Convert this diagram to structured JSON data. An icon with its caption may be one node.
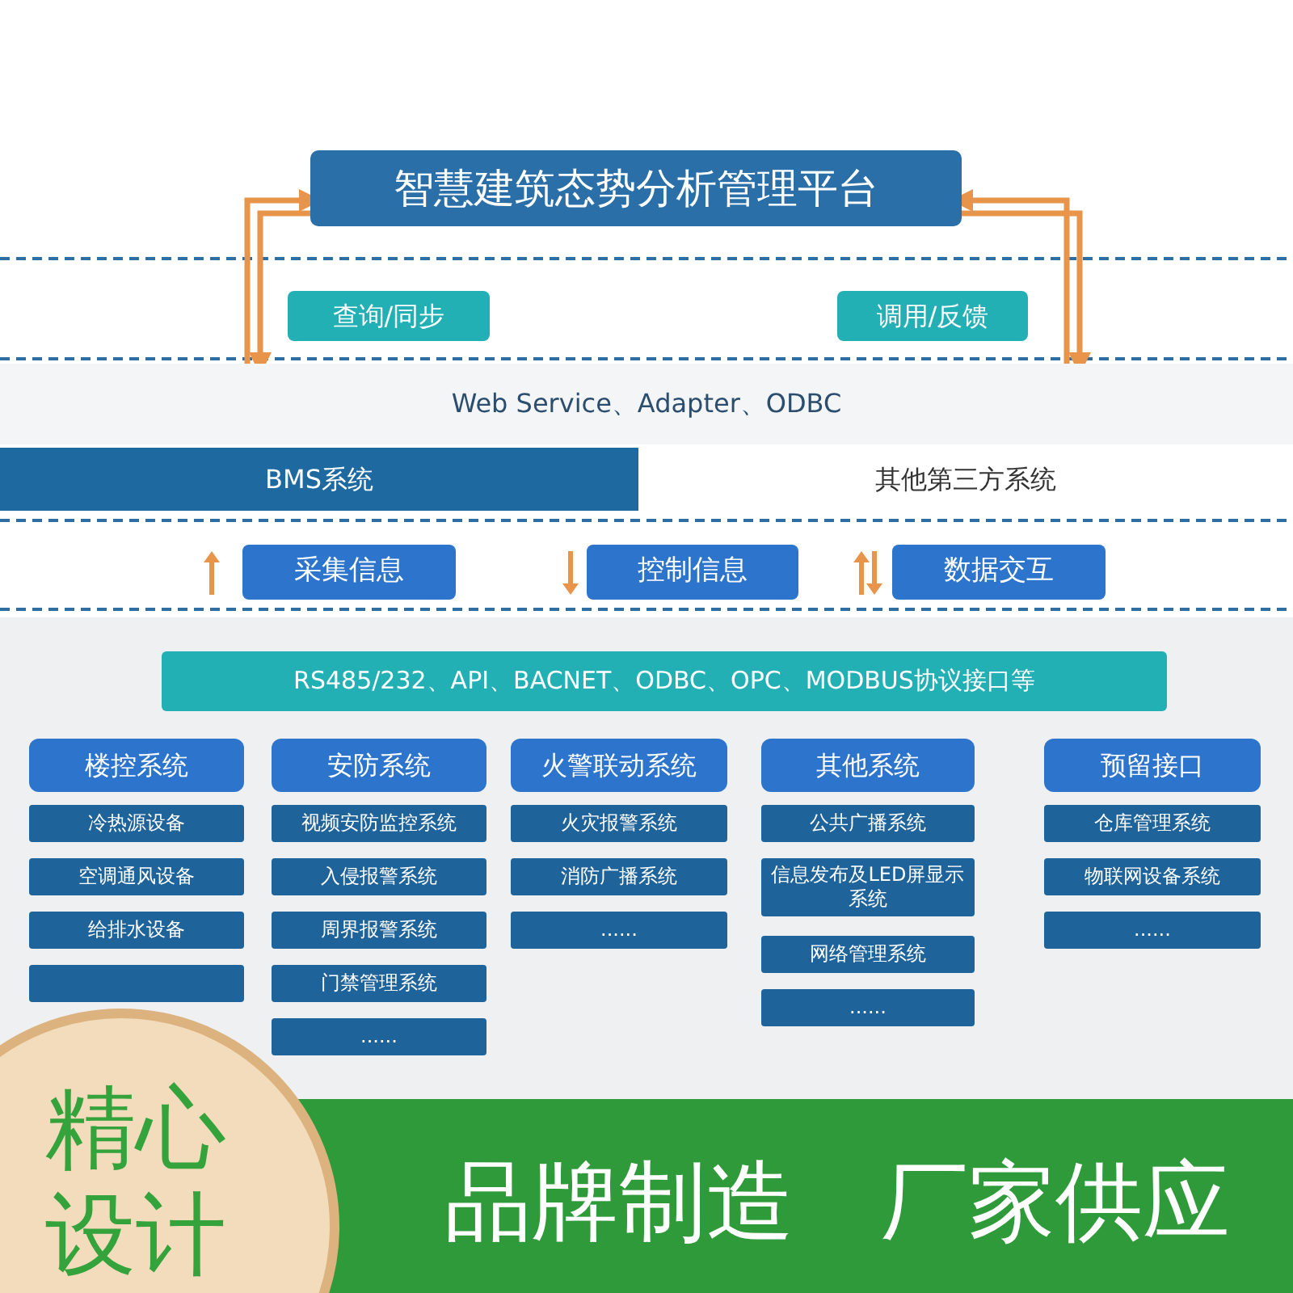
{
  "diagram": {
    "nodes": [
      {
        "text": [
          "智慧建筑态势分析管理平台"
        ]
      },
      {
        "text": [
          "查询/同步"
        ]
      },
      {
        "text": [
          "调用/反馈"
        ]
      },
      {
        "text": [
          "Web Service、Adapter、ODBC"
        ]
      },
      {
        "text": [
          "BMS系统"
        ]
      },
      {
        "text": [
          "其他第三方系统"
        ]
      },
      {
        "text": [
          "采集信息"
        ]
      },
      {
        "text": [
          "控制信息"
        ]
      },
      {
        "text": [
          "数据交互"
        ]
      },
      {
        "text": [
          "RS485/232、API、BACNET、ODBC、OPC、MODBUS协议接口等"
        ]
      },
      {
        "text": [
          "楼控系统"
        ]
      },
      {
        "text": [
          "冷热源设备"
        ]
      },
      {
        "text": [
          "空调通风设备"
        ]
      },
      {
        "text": [
          "给排水设备"
        ]
      },
      {
        "text": [],
        "shape": "box"
      },
      {
        "text": [
          "安防系统"
        ]
      },
      {
        "text": [
          "视频安防监控系统"
        ]
      },
      {
        "text": [
          "入侵报警系统"
        ]
      },
      {
        "text": [
          "周界报警系统"
        ]
      },
      {
        "text": [
          "门禁管理系统"
        ]
      },
      {
        "text": [
          "......"
        ]
      },
      {
        "text": [
          "火警联动系统"
        ]
      },
      {
        "text": [
          "火灾报警系统"
        ]
      },
      {
        "text": [
          "消防广播系统"
        ]
      },
      {
        "text": [
          "......"
        ]
      },
      {
        "text": [
          "其他系统"
        ]
      },
      {
        "text": [
          "公共广播系统"
        ]
      },
      {
        "text": [
          "信息发布及LED屏显示系统"
        ]
      },
      {
        "text": [
          "网络管理系统"
        ]
      },
      {
        "text": [
          "......"
        ]
      },
      {
        "text": [
          "预留接口"
        ]
      },
      {
        "text": [
          "仓库管理系统"
        ]
      },
      {
        "text": [
          "物联网设备系统"
        ]
      },
      {
        "text": [
          "......"
        ]
      }
    ],
    "edges": [
      {
        "from": 3,
        "to": 0,
        "arrow": "to"
      },
      {
        "from": 0,
        "to": 3,
        "arrow": "to"
      },
      {
        "from": 3,
        "to": 0,
        "arrow": "to"
      },
      {
        "from": 0,
        "to": 3,
        "arrow": "to"
      }
    ],
    "labels": [
      "精心设计",
      "品牌制造",
      "厂家供应"
    ]
  }
}
